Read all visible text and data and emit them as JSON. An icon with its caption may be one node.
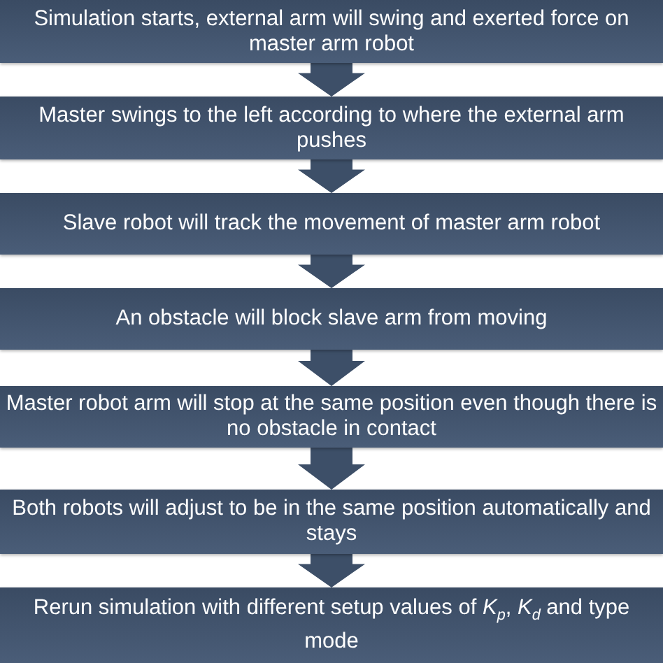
{
  "diagram": {
    "nodes": [
      {
        "text": [
          "Simulation starts, external arm will swing and exerted force on master arm robot"
        ]
      },
      {
        "text": [
          "Master swings to the left according to where the external arm pushes"
        ]
      },
      {
        "text": [
          "Slave robot will track the movement of master arm robot"
        ]
      },
      {
        "text": [
          "An obstacle will block slave arm from moving"
        ]
      },
      {
        "text": [
          "Master robot arm will stop at the same position even though there is no obstacle in contact"
        ]
      },
      {
        "text": [
          "Both robots will adjust to be in the same position automatically and stays"
        ]
      },
      {
        "text": [
          "Rerun simulation with different setup values of *K*$_{p}$, *K*$_{d}$ and type mode"
        ]
      }
    ],
    "edges": [
      {
        "from": 0,
        "to": 1,
        "arrow": "to"
      },
      {
        "from": 1,
        "to": 2,
        "arrow": "to"
      },
      {
        "from": 2,
        "to": 3,
        "arrow": "to"
      },
      {
        "from": 3,
        "to": 4,
        "arrow": "to"
      },
      {
        "from": 4,
        "to": 5,
        "arrow": "to"
      },
      {
        "from": 5,
        "to": 6,
        "arrow": "to"
      }
    ]
  }
}
